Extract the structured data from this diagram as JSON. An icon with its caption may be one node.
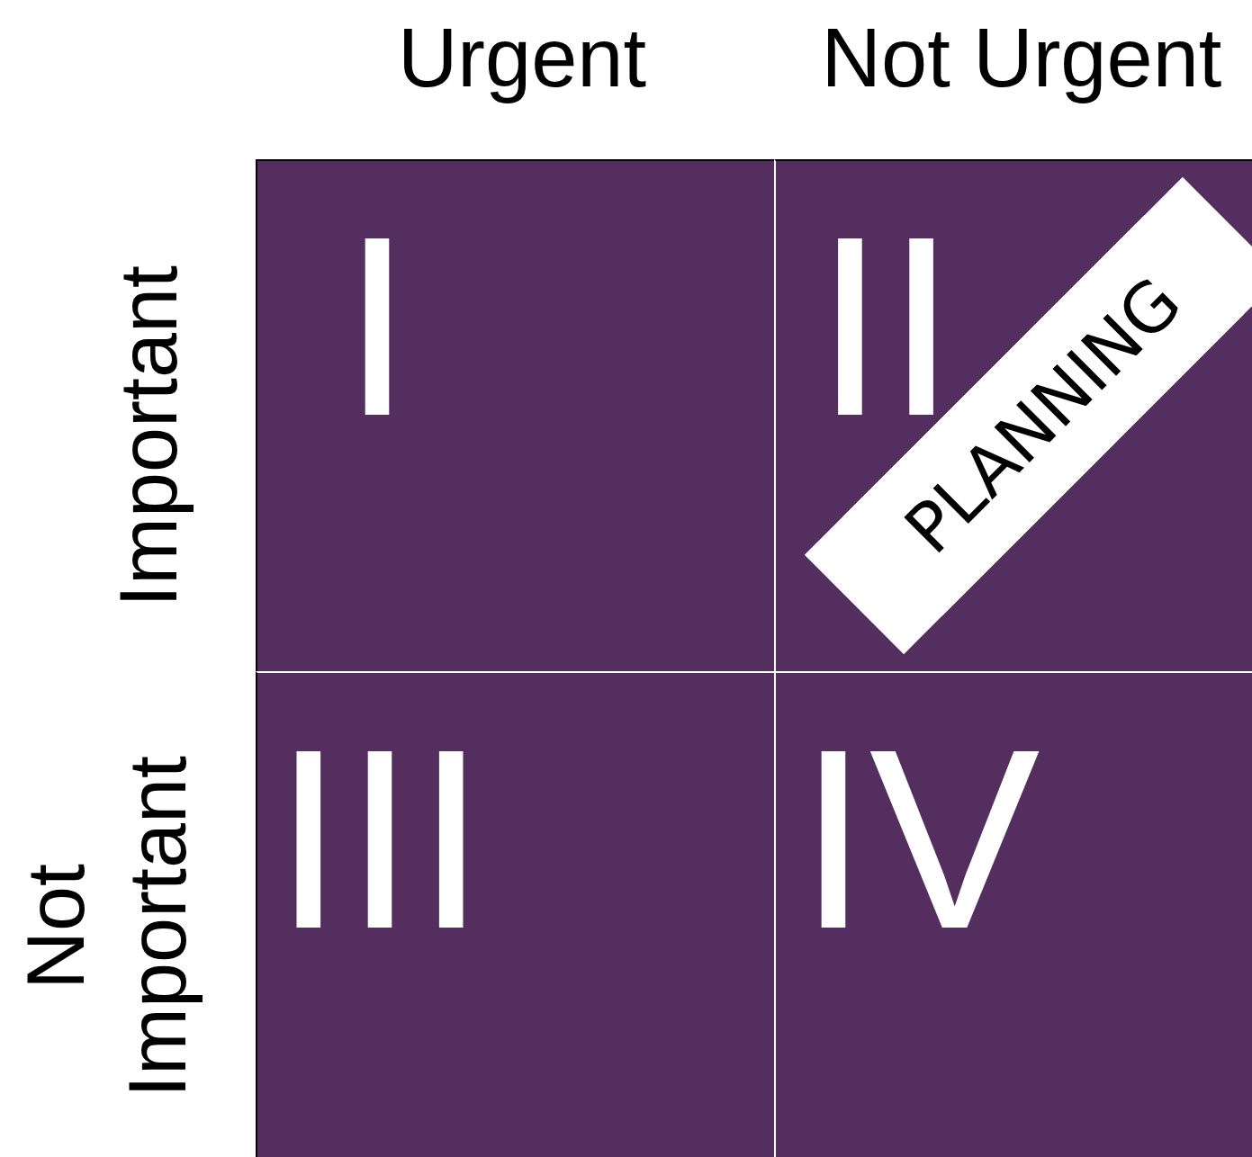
{
  "diagram": {
    "nodes": [
      {
        "text": [
          "I"
        ]
      },
      {
        "text": [
          "II"
        ]
      },
      {
        "text": [
          "PLANNING"
        ],
        "in": 1
      },
      {
        "text": [
          "III"
        ]
      },
      {
        "text": [
          "IV"
        ]
      }
    ],
    "edges": [],
    "labels": [
      "Urgent",
      "Not Urgent",
      "Important",
      "Not Important"
    ]
  }
}
